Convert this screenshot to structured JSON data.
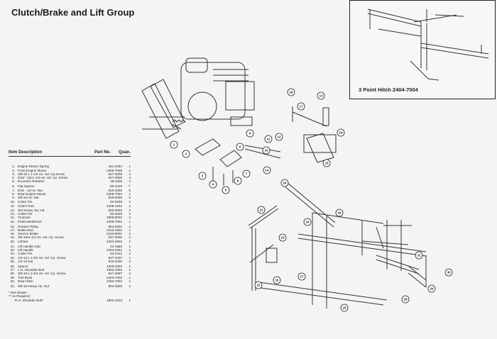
{
  "title": "Clutch/Brake and Lift Group",
  "hitch": {
    "caption": "3 Point Hitch 2404-7004"
  },
  "table": {
    "headers": {
      "description": "Item Description",
      "part_no": "Part No.",
      "quantity": "Quan."
    },
    "rows": [
      {
        "num": "1.",
        "desc": "Engine Return Spring",
        "part": "341-3424",
        "qty": "1"
      },
      {
        "num": "2.",
        "desc": "Front Engine Mount",
        "part": "2406-7008",
        "qty": "1"
      },
      {
        "num": "3.",
        "desc": "3/8-16 x 1-1/2 Hx. Hd. Cp.Screw",
        "part": "847-3006",
        "qty": "4"
      },
      {
        "num": "4.",
        "desc": "5/16\" -18x1-1/2 Hx. Hd. Cp. Screw",
        "part": "847-2606",
        "qty": "4"
      },
      {
        "num": "5.",
        "desc": "Eccentric Retainer",
        "part": "48-1005",
        "qty": "4"
      },
      {
        "num": "6.",
        "desc": "Flat Spacer",
        "part": "80-1029",
        "qty": "**"
      },
      {
        "num": "7.",
        "desc": "5/16 - 18 Hx. Nut",
        "part": "919-2800",
        "qty": "6"
      },
      {
        "num": "8.",
        "desc": "Rear Engine Mount",
        "part": "2406-7004",
        "qty": "1"
      },
      {
        "num": "9.",
        "desc": "3/8-16 Hx. Nut",
        "part": "919-3000",
        "qty": "5"
      },
      {
        "num": "10.",
        "desc": "Cotter Pin",
        "part": "52-0206",
        "qty": "2"
      },
      {
        "num": "11.",
        "desc": "Clutch Rod",
        "part": "2406-1502",
        "qty": "1"
      },
      {
        "num": "12.",
        "desc": "Set Screw, Sq. Hd.",
        "part": "845-3003",
        "qty": "2"
      },
      {
        "num": "13.",
        "desc": "Cotter Pin",
        "part": "52-0208",
        "qty": "2"
      },
      {
        "num": "14.",
        "desc": "Trunnion",
        "part": "1906-8001",
        "qty": "2"
      },
      {
        "num": "15.",
        "desc": "Pedal Weldment",
        "part": "2406-7001",
        "qty": "1"
      },
      {
        "num": "16.",
        "desc": "Grease Fitting",
        "part": "862-0501",
        "qty": "2"
      },
      {
        "num": "17.",
        "desc": "Brake Rod",
        "part": "2410-1502",
        "qty": "1"
      },
      {
        "num": "18.",
        "desc": "Service Brake",
        "part": "2410-8001",
        "qty": "2"
      },
      {
        "num": "19.",
        "desc": "3/8-16x1-1/4 Hx. Hd. Cp. Screw",
        "part": "847-3005",
        "qty": "2"
      },
      {
        "num": "20.",
        "desc": "Lift Bar",
        "part": "2404-2502",
        "qty": "1"
      },
      {
        "num": "21.",
        "desc": "Lift Handle Grip",
        "part": "44-1556",
        "qty": "1"
      },
      {
        "num": "22.",
        "desc": "Lift Handle",
        "part": "2404-1001",
        "qty": "1"
      },
      {
        "num": "23.",
        "desc": "Cotter Pin",
        "part": "52-2412",
        "qty": "2"
      },
      {
        "num": "24.",
        "desc": "1/2-13 x 1-3/4 Hx. Hd. Cp. Screw",
        "part": "847-3407",
        "qty": "1"
      },
      {
        "num": "25.",
        "desc": "1/2-13 Nut",
        "part": "919-3400",
        "qty": "3"
      },
      {
        "num": "26.",
        "desc": "Spacer",
        "part": "1926-4001",
        "qty": "1"
      },
      {
        "num": "27.",
        "desc": "L.H. Shoulder Bolt",
        "part": "1904-1004",
        "qty": "1"
      },
      {
        "num": "28.",
        "desc": "3/8-16 x 1-3/4 Hx. Hd. Cp. Screw",
        "part": "847-3997",
        "qty": "4"
      },
      {
        "num": "29.",
        "desc": "Tool Rack",
        "part": "2404-7002",
        "qty": "1"
      },
      {
        "num": "30.",
        "desc": "Rear Hitch",
        "part": "2404-7003",
        "qty": "1"
      },
      {
        "num": "31.",
        "desc": "3/8-16 Heavy Hx. Nut",
        "part": "904-3000",
        "qty": "4"
      }
    ],
    "notes": [
      {
        "text": "* Not Shown"
      },
      {
        "text": "** As Required"
      },
      {
        "text": "R.H. Shoulder Bolt*",
        "part": "1904-1003",
        "qty": "1"
      }
    ]
  },
  "callouts": [
    "1",
    "2",
    "3",
    "4",
    "5",
    "6",
    "7",
    "8",
    "9",
    "10",
    "11",
    "12",
    "13",
    "14",
    "15",
    "16",
    "17",
    "18",
    "19",
    "20",
    "21",
    "22",
    "23",
    "24",
    "25",
    "26",
    "27",
    "28",
    "29",
    "30",
    "31"
  ]
}
